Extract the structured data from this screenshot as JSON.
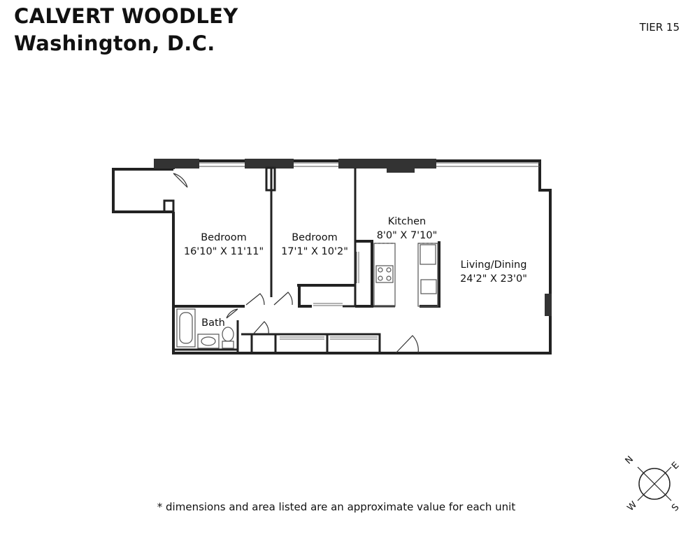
{
  "header": {
    "building_name": "CALVERT WOODLEY",
    "city": "Washington, D.C.",
    "tier": "TIER 15"
  },
  "rooms": {
    "bedroom_1": {
      "label": "Bedroom",
      "dimensions": "16'10\" X 11'11\""
    },
    "bedroom_2": {
      "label": "Bedroom",
      "dimensions": "17'1\" X 10'2\""
    },
    "kitchen": {
      "label": "Kitchen",
      "dimensions": "8'0\" X 7'10\""
    },
    "living_dining": {
      "label": "Living/Dining",
      "dimensions": "24'2\" X 23'0\""
    },
    "bath": {
      "label": "Bath"
    }
  },
  "compass": {
    "north": "N",
    "east": "E",
    "south": "S",
    "west": "W"
  },
  "footnote": "* dimensions and area listed are an approximate value for each unit",
  "colors": {
    "wall": "#222222",
    "wall_dark": "#333333",
    "fixture": "#555555"
  }
}
